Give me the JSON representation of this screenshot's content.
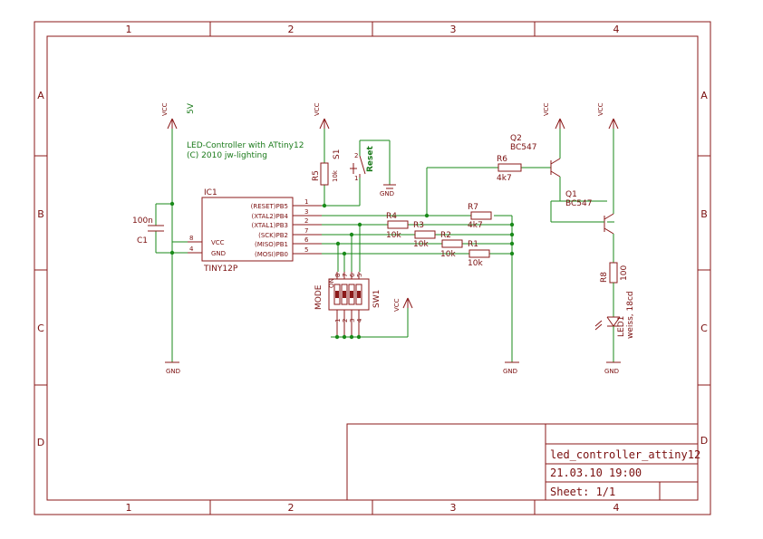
{
  "frame": {
    "columns": [
      "1",
      "2",
      "3",
      "4"
    ],
    "rows": [
      "A",
      "B",
      "C",
      "D"
    ]
  },
  "title_block": {
    "name": "led_controller_attiny12",
    "date": "21.03.10 19:00",
    "sheet": "Sheet: 1/1"
  },
  "notes": {
    "line1": "LED-Controller with ATtiny12",
    "line2": "(C) 2010 jw-lighting",
    "supply": "5V"
  },
  "nets": {
    "vcc": "VCC",
    "gnd": "GND"
  },
  "ic1": {
    "ref": "IC1",
    "value": "TINY12P",
    "pins_right": [
      {
        "name": "(RESET)PB5",
        "num": "1"
      },
      {
        "name": "(XTAL2)PB4",
        "num": "3"
      },
      {
        "name": "(XTAL1)PB3",
        "num": "2"
      },
      {
        "name": "(SCK)PB2",
        "num": "7"
      },
      {
        "name": "(MISO)PB1",
        "num": "6"
      },
      {
        "name": "(MOSI)PB0",
        "num": "5"
      }
    ],
    "pins_left": [
      {
        "name": "VCC",
        "num": "8"
      },
      {
        "name": "GND",
        "num": "4"
      }
    ]
  },
  "c1": {
    "ref": "C1",
    "value": "100n"
  },
  "r5": {
    "ref": "R5",
    "value": "10k"
  },
  "s1": {
    "ref": "S1",
    "value": "Reset",
    "pin1": "1",
    "pin2": "2"
  },
  "resistors": {
    "r1": {
      "ref": "R1",
      "value": "10k"
    },
    "r2": {
      "ref": "R2",
      "value": "10k"
    },
    "r3": {
      "ref": "R3",
      "value": "10k"
    },
    "r4": {
      "ref": "R4",
      "value": "10k"
    },
    "r6": {
      "ref": "R6",
      "value": "4k7"
    },
    "r7": {
      "ref": "R7",
      "value": "4k7"
    },
    "r8": {
      "ref": "R8",
      "value": "100"
    }
  },
  "q1": {
    "ref": "Q1",
    "value": "BC547"
  },
  "q2": {
    "ref": "Q2",
    "value": "BC547"
  },
  "led1": {
    "ref": "LED1",
    "value": "weiss, 18cd"
  },
  "sw1": {
    "ref": "SW1",
    "value": "MODE",
    "on": "ON",
    "top_pins": [
      "8",
      "7",
      "6",
      "5"
    ],
    "bottom_pins": [
      "1",
      "2",
      "3",
      "4"
    ]
  }
}
